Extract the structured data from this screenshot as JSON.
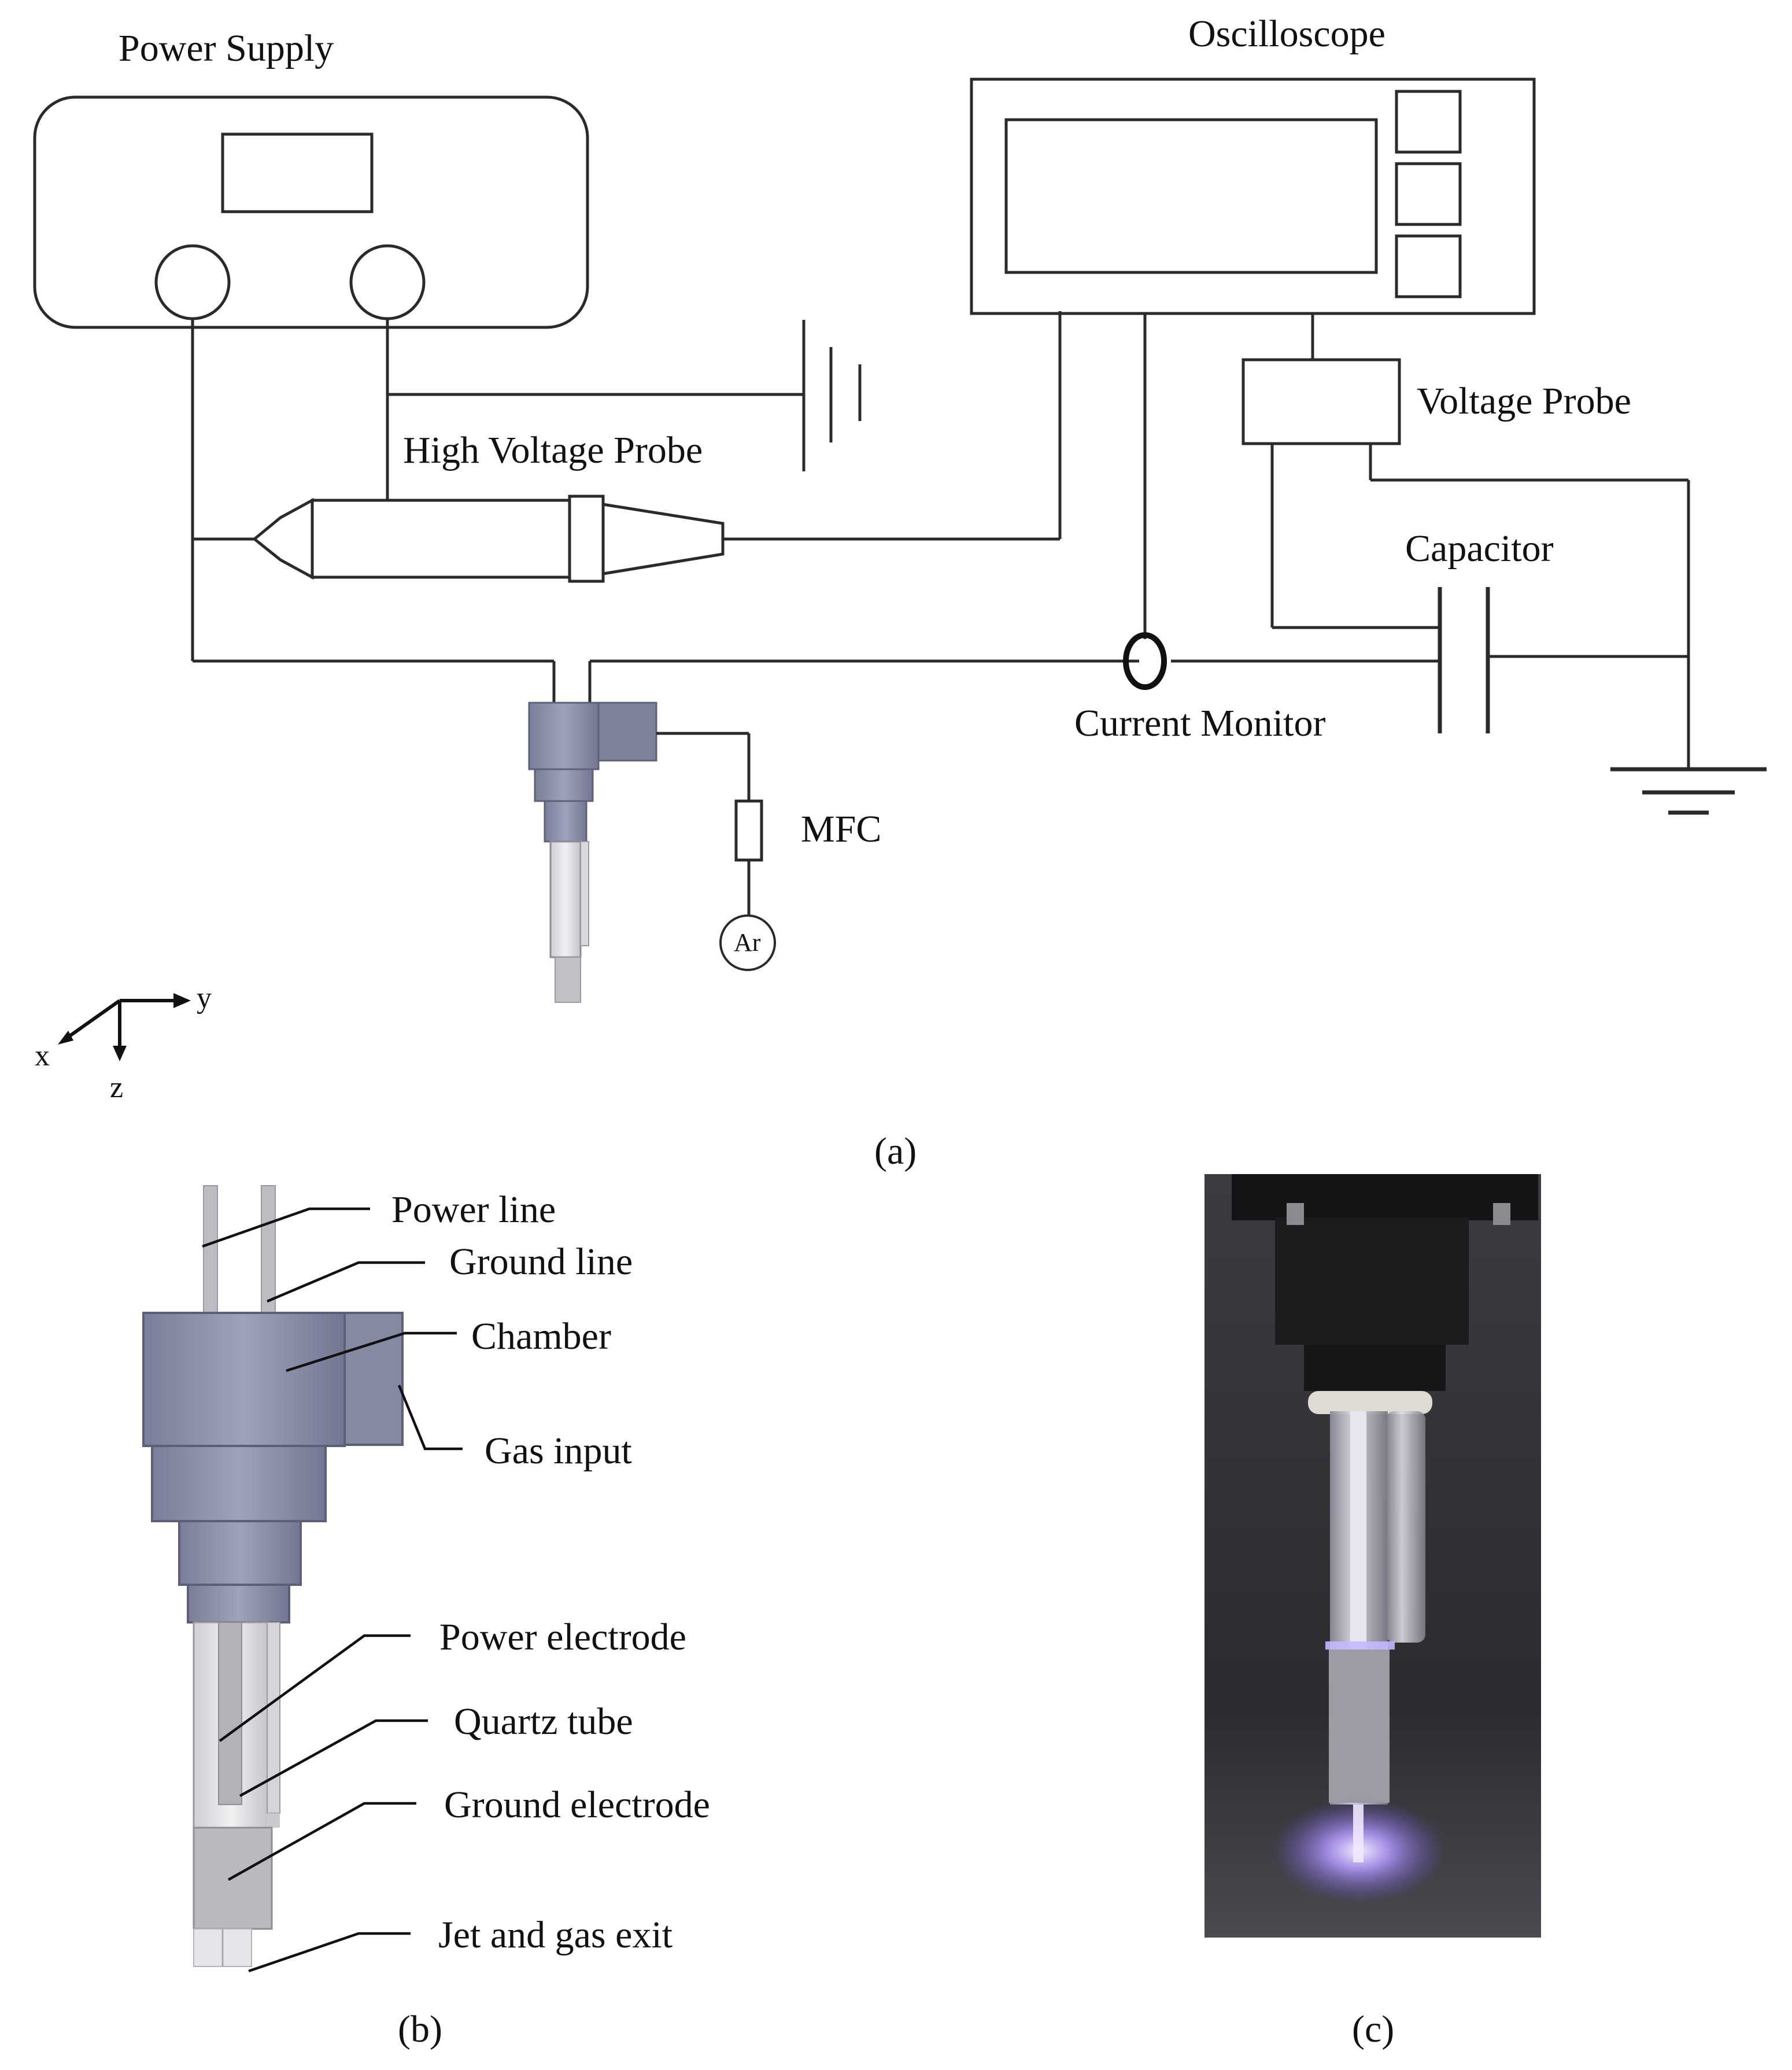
{
  "panel_a": {
    "power_supply": "Power Supply",
    "oscilloscope": "Oscilloscope",
    "high_voltage_probe": "High Voltage Probe",
    "voltage_probe": "Voltage Probe",
    "capacitor": "Capacitor",
    "current_monitor": "Current Monitor",
    "mfc": "MFC",
    "ar": "Ar",
    "axes": {
      "x": "x",
      "y": "y",
      "z": "z"
    },
    "caption": "(a)"
  },
  "panel_b": {
    "power_line": "Power line",
    "ground_line": "Ground line",
    "chamber": "Chamber",
    "gas_input": "Gas input",
    "power_electrode": "Power electrode",
    "quartz_tube": "Quartz tube",
    "ground_electrode": "Ground electrode",
    "jet_and_gas_exit": "Jet and gas exit",
    "caption": "(b)"
  },
  "panel_c": {
    "caption": "(c)"
  },
  "colors": {
    "line": "#2a2a2a",
    "device_fill": "#8a8ea8",
    "device_dark": "#6f7390",
    "photo_bg": "#2a2a2e",
    "plasma_glow": "#b59cff"
  }
}
